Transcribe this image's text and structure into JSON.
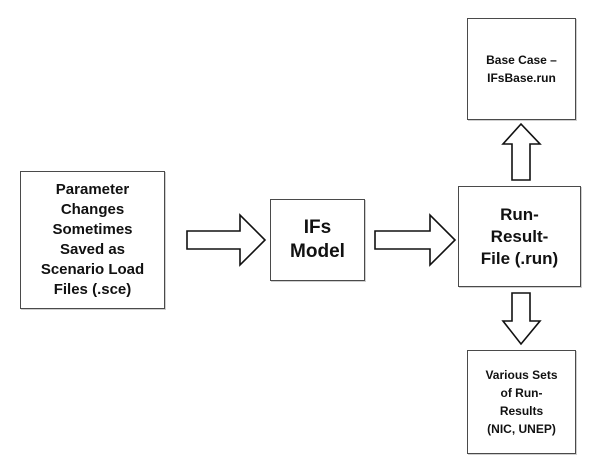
{
  "diagram": {
    "parameter_changes": "Parameter\nChanges\nSometimes\nSaved as\nScenario Load\nFiles (.sce)",
    "ifs_model": "IFs\nModel",
    "run_result_file": "Run-\nResult-\nFile (.run)",
    "base_case": "Base Case –\nIFsBase.run",
    "various_sets": "Various Sets\nof Run-\nResults\n(NIC, UNEP)"
  },
  "colors": {
    "border": "#4a4a4a",
    "text": "#111111",
    "background": "#ffffff"
  }
}
